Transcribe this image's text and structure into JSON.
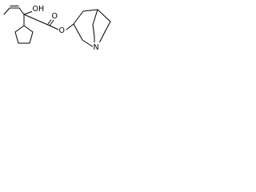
{
  "molecule": {
    "atom_labels": {
      "hydroxyl": "OH",
      "carbonyl_oxygen": "O",
      "ester_oxygen": "O",
      "ring_nitrogen": "N"
    }
  }
}
